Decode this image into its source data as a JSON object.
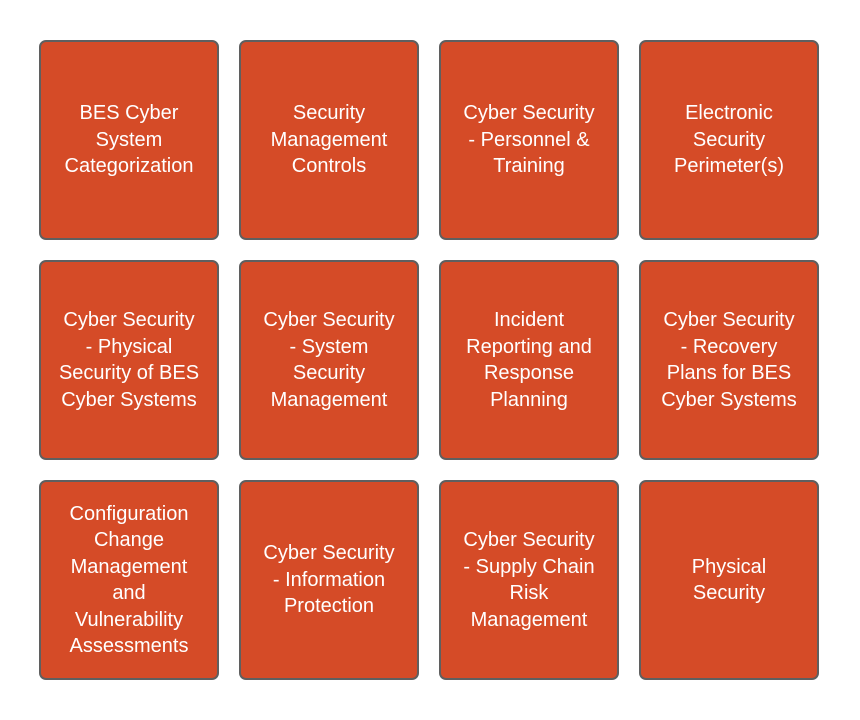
{
  "colors": {
    "tile_fill": "#d54b27",
    "tile_border": "#5f5f5f",
    "text": "#ffffff",
    "background": "#ffffff"
  },
  "tiles": [
    {
      "label": "BES Cyber\nSystem\nCategorization"
    },
    {
      "label": "Security\nManagement\nControls"
    },
    {
      "label": "Cyber Security\n- Personnel &\nTraining"
    },
    {
      "label": "Electronic\nSecurity\nPerimeter(s)"
    },
    {
      "label": "Cyber Security\n- Physical\nSecurity of BES\nCyber Systems"
    },
    {
      "label": "Cyber Security\n- System\nSecurity\nManagement"
    },
    {
      "label": "Incident\nReporting and\nResponse\nPlanning"
    },
    {
      "label": "Cyber Security\n- Recovery\nPlans for BES\nCyber Systems"
    },
    {
      "label": "Configuration\nChange\nManagement\nand\nVulnerability\nAssessments"
    },
    {
      "label": "Cyber Security\n- Information\nProtection"
    },
    {
      "label": "Cyber Security\n- Supply Chain\nRisk\nManagement"
    },
    {
      "label": "Physical\nSecurity"
    }
  ]
}
